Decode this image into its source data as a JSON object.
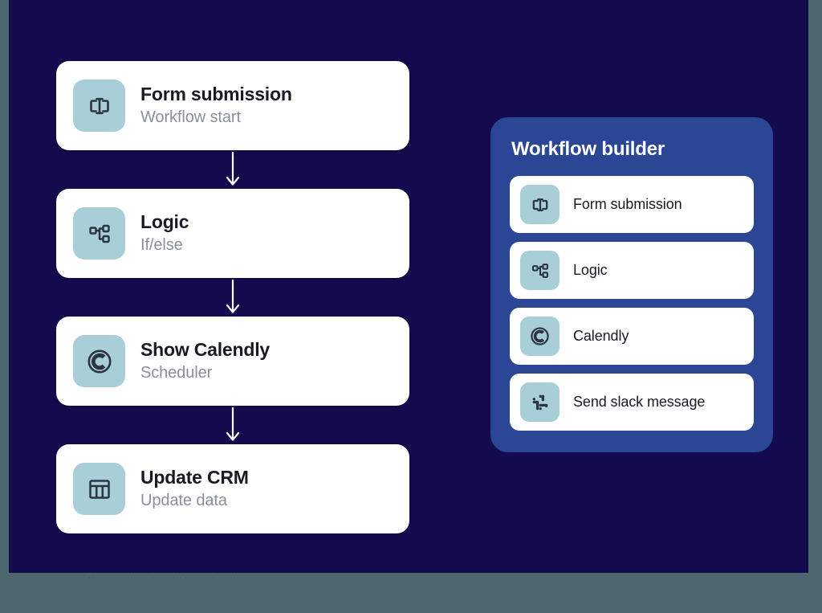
{
  "colors": {
    "page_background": "#4d676e",
    "canvas_background": "#140b4f",
    "panel_background": "#2b4694",
    "card_background": "#ffffff",
    "icon_tile": "#a8ced7",
    "icon_glyph": "#2b3440",
    "title_text": "#171a22",
    "subtitle_text": "#8a8f9e",
    "arrow": "#ffffff"
  },
  "flow": {
    "steps": [
      {
        "title": "Form submission",
        "subtitle": "Workflow start",
        "icon": "form-input-icon"
      },
      {
        "title": "Logic",
        "subtitle": "If/else",
        "icon": "branch-logic-icon"
      },
      {
        "title": "Show Calendly",
        "subtitle": "Scheduler",
        "icon": "calendly-icon"
      },
      {
        "title": "Update CRM",
        "subtitle": "Update data",
        "icon": "table-columns-icon"
      }
    ],
    "connector_icon": "arrow-down-icon"
  },
  "panel": {
    "title": "Workflow builder",
    "items": [
      {
        "label": "Form submission",
        "icon": "form-input-icon"
      },
      {
        "label": "Logic",
        "icon": "branch-logic-icon"
      },
      {
        "label": "Calendly",
        "icon": "calendly-icon"
      },
      {
        "label": "Send slack message",
        "icon": "slack-icon"
      }
    ]
  },
  "artifact": {
    "ghost_text": "·· ··· ···· ····· ·· ····· ···· ·· ···· ·· ·· ····· ····"
  }
}
